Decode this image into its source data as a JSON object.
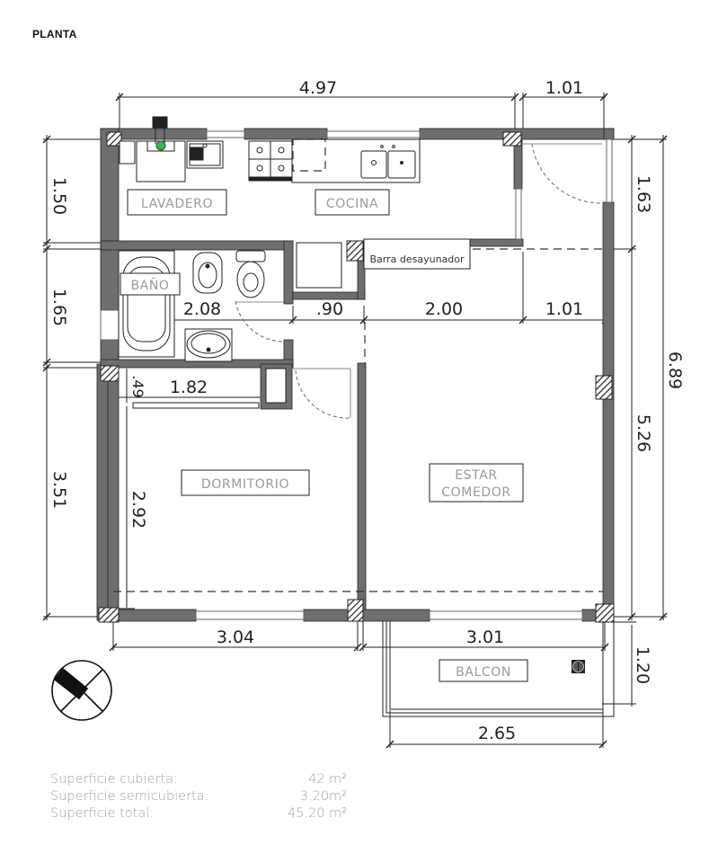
{
  "title": "PLANTA",
  "rooms": {
    "lavadero": "LAVADERO",
    "cocina": "COCINA",
    "bano": "BAÑO",
    "barra": "Barra desayunador",
    "dormitorio": "DORMITORIO",
    "estar_line1": "ESTAR",
    "estar_line2": "COMEDOR",
    "balcon": "BALCON"
  },
  "dimensions": {
    "top_main": "4.97",
    "top_right": "1.01",
    "left_1": "1.50",
    "left_2": "1.65",
    "left_3": "3.51",
    "right_1": "1.63",
    "right_2": "5.26",
    "right_total": "6.89",
    "bano_width": "2.08",
    "pasillo": ".90",
    "estar_a": "2.00",
    "estar_b": "1.01",
    "placard_depth": ".49",
    "placard_width": "1.82",
    "dorm_depth": "2.92",
    "bottom_dorm": "3.04",
    "bottom_estar": "3.01",
    "balcon_depth": "1.20",
    "balcon_width": "2.65"
  },
  "areas": [
    {
      "label": "Superficie cubierta:",
      "value": "42 m²"
    },
    {
      "label": "Superficie semicubierta:",
      "value": "3.20m²"
    },
    {
      "label": "Superficie total:",
      "value": "45.20 m²"
    }
  ],
  "colors": {
    "wall": "#6e6e6e",
    "line": "#222222",
    "label": "#9a9a9a",
    "gas_valve": "#3fae5a"
  },
  "icons": [
    "north-arrow-icon",
    "column-hatch-icon",
    "stove-icon",
    "sink-icon",
    "toilet-icon",
    "bidet-icon",
    "bathtub-icon",
    "washbasin-icon",
    "gas-meter-icon"
  ]
}
